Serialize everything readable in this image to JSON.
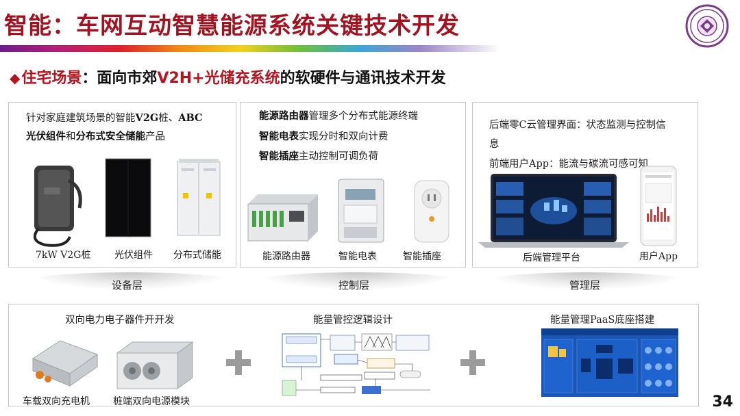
{
  "header": {
    "title": "智能：车网互动智慧能源系统关键技术开发"
  },
  "subtitle": {
    "bullet": "◆",
    "lead": "住宅场景",
    "colon": "：面向市郊",
    "highlight": "V2H+光储充系统",
    "tail": "的软硬件与通讯技术开发"
  },
  "device_panel": {
    "line1_prefix": "针对家庭建筑场景的智能",
    "line1_bold1": "V2G",
    "line1_mid": "桩、",
    "line1_bold2": "ABC",
    "line2_prefix": "光伏组件",
    "line2_mid": "和",
    "line2_bold": "分布式安全储能",
    "line2_suffix": "产品",
    "captions": [
      "7kW V2G桩",
      "光伏组件",
      "分布式储能"
    ]
  },
  "control_panel": {
    "lines": [
      {
        "bold": "能源路由器",
        "rest": "管理多个分布式能源终端"
      },
      {
        "bold": "智能电表",
        "rest": "实现分时和双向计费"
      },
      {
        "bold": "智能插座",
        "rest": "主动控制可调负荷"
      }
    ],
    "captions": [
      "能源路由器",
      "智能电表",
      "智能插座"
    ]
  },
  "management_panel": {
    "line1": "后端零C云管理界面：状态监测与控制信",
    "line2": "息",
    "line3": "前端用户App：能流与碳流可感可知",
    "captions": [
      "后端管理平台",
      "用户App"
    ]
  },
  "layers": [
    "设备层",
    "控制层",
    "管理层"
  ],
  "bottom": {
    "sections": [
      {
        "title": "双向电力电子器件开开发",
        "captions": [
          "车载双向充电机",
          "桩端双向电源模块"
        ]
      },
      {
        "title": "能量管控逻辑设计"
      },
      {
        "title": "能量管理PaaS底座搭建"
      }
    ]
  },
  "page_number": "34",
  "colors": {
    "title_red": "#a3131f",
    "accent_red": "#b5141f",
    "dashboard_blue": "#1a56b8"
  }
}
